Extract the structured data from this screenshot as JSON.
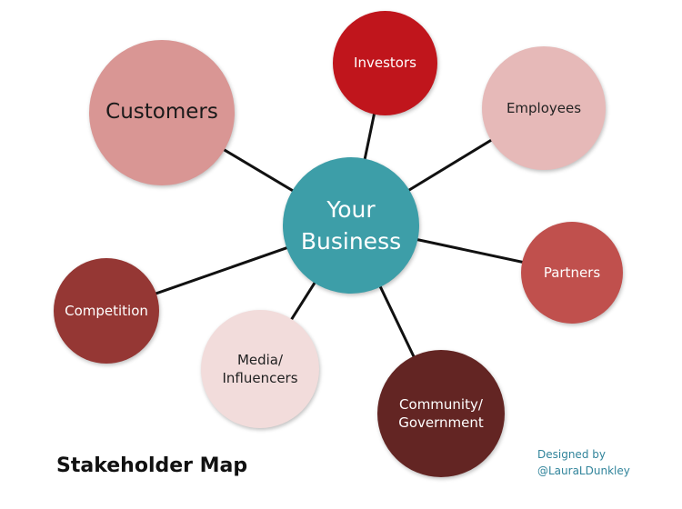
{
  "center": {
    "label": "Your\nBusiness",
    "color": "#3d9ea8"
  },
  "stakeholders": [
    {
      "id": "customers",
      "label": "Customers",
      "color": "#d99694"
    },
    {
      "id": "investors",
      "label": "Investors",
      "color": "#c0151c"
    },
    {
      "id": "employees",
      "label": "Employees",
      "color": "#e6b9b8"
    },
    {
      "id": "partners",
      "label": "Partners",
      "color": "#c0504d"
    },
    {
      "id": "community",
      "label": "Community/\nGovernment",
      "color": "#632523"
    },
    {
      "id": "media",
      "label": "Media/\nInfluencers",
      "color": "#f2dcdb"
    },
    {
      "id": "competition",
      "label": "Competition",
      "color": "#953734"
    }
  ],
  "connections": [
    [
      "center",
      "customers"
    ],
    [
      "center",
      "investors"
    ],
    [
      "center",
      "employees"
    ],
    [
      "center",
      "partners"
    ],
    [
      "center",
      "community"
    ],
    [
      "center",
      "media"
    ],
    [
      "center",
      "competition"
    ]
  ],
  "title": "Stakeholder Map",
  "credit": {
    "line1": "Designed by",
    "line2": "@LauraLDunkley",
    "color": "#31849b"
  }
}
